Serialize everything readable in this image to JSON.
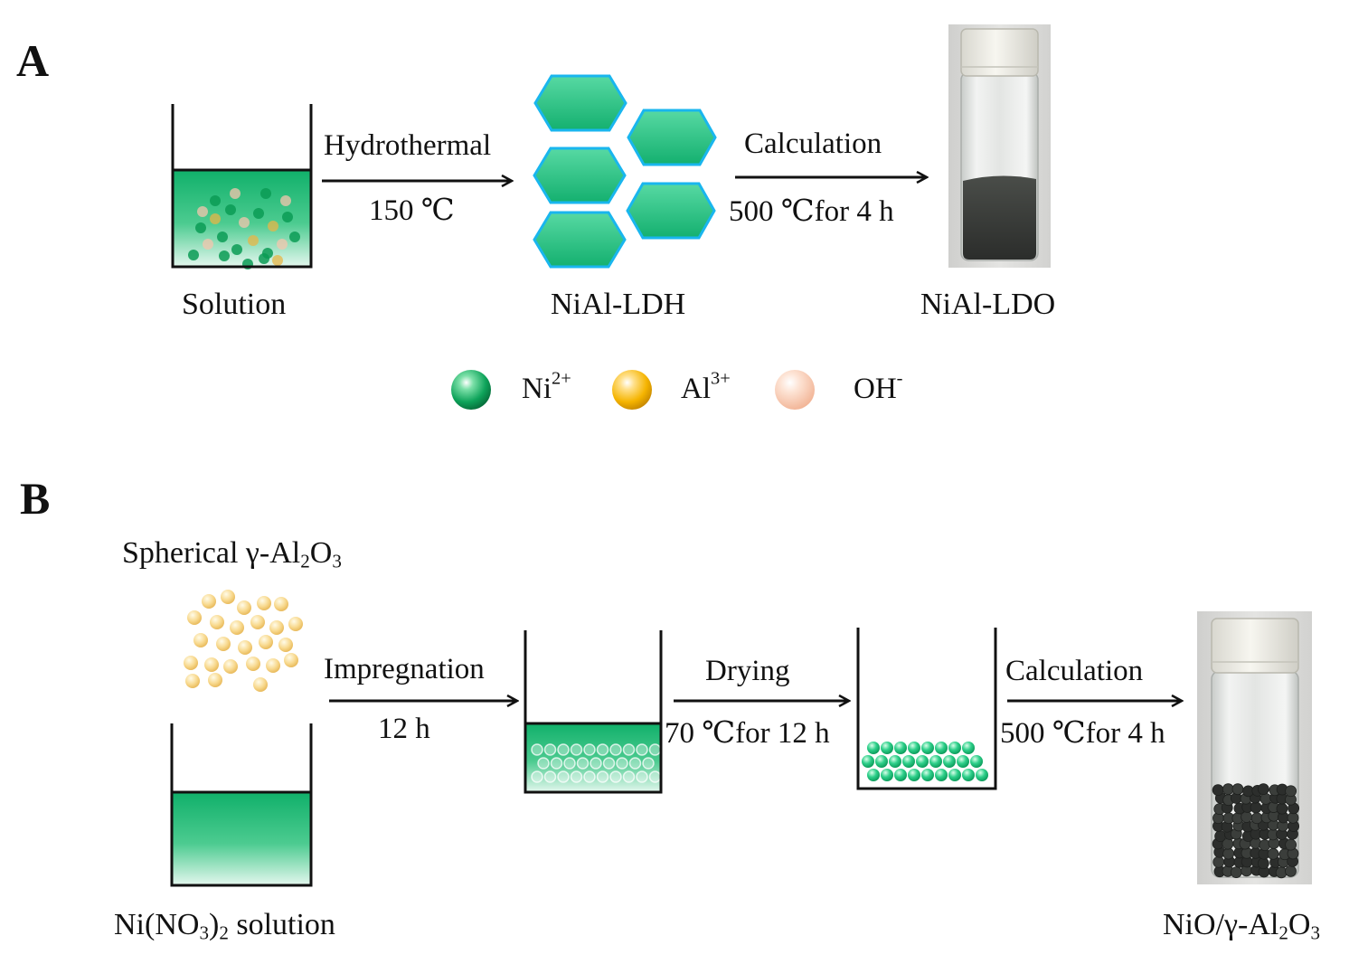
{
  "panels": {
    "a": "A",
    "b": "B"
  },
  "panel_a": {
    "solution_label": "Solution",
    "step1": {
      "name": "Hydrothermal",
      "condition": "150 ℃"
    },
    "ldh_label": "NiAl-LDH",
    "step2": {
      "name": "Calculation",
      "condition": "500 ℃for 4 h"
    },
    "ldo_label": "NiAl-LDO"
  },
  "legend": [
    {
      "base": "Ni",
      "sup": "2+",
      "color": "#0ea35a"
    },
    {
      "base": "Al",
      "sup": "3+",
      "color": "#f5b800"
    },
    {
      "base": "OH",
      "sup": "-",
      "color": "#f7c9b2"
    }
  ],
  "panel_b": {
    "support": {
      "prefix": "Spherical γ-Al",
      "sub1": "2",
      "mid": "O",
      "sub2": "3"
    },
    "nitrate": {
      "prefix": "Ni(NO",
      "sub1": "3",
      "mid": ")",
      "sub2": "2",
      "suffix": " solution"
    },
    "step1": {
      "name": "Impregnation",
      "condition": "12 h"
    },
    "step2": {
      "name": "Drying",
      "condition": "70 ℃for 12 h"
    },
    "step3": {
      "name": "Calculation",
      "condition": "500 ℃for 4 h"
    },
    "product": {
      "prefix": "NiO/γ-Al",
      "sub1": "2",
      "mid": "O",
      "sub2": "3"
    }
  },
  "colors": {
    "solution_green": "#12b56a",
    "hexagon_fill": "#2ec98a",
    "hexagon_stroke": "#19b6ee",
    "alumina_sphere": "#f8d58a",
    "powder": "#3a3d3a"
  }
}
